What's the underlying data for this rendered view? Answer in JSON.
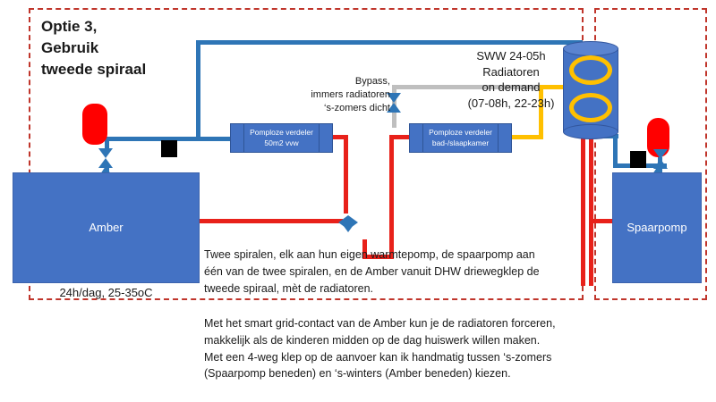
{
  "diagram": {
    "title": "Optie 3,\nGebruik\ntweede spiraal",
    "zones": {
      "left_label": "hoofdzone-amber",
      "right_label": "zone-spaarpomp"
    },
    "units": {
      "amber": "Amber",
      "amber_caption": "24h/dag, 25-35oC",
      "spaarpomp": "Spaarpomp"
    },
    "manifolds": [
      {
        "name": "manifold-vloerverwarming",
        "text": "Pomploze verdeler\n50m2 vvw"
      },
      {
        "name": "manifold-radiatoren",
        "text": "Pomploze verdeler\nbad-/slaapkamer"
      }
    ],
    "annotations": {
      "bypass": "Bypass,\nimmers radiatoren\n‘s-zomers dicht",
      "sww": "SWW 24-05h\nRadiatoren\non demand\n(07-08h, 22-23h)"
    },
    "notes": {
      "note_1": "Twee spiralen, elk aan hun eigen warmtepomp, de spaarpomp aan\néén van de twee spiralen, en de Amber vanuit DHW driewegklep de\ntweede spiraal, mèt de radiatoren.",
      "note_2": "Met het smart grid-contact van de Amber kun je de radiatoren forceren,\nmakkelijk als de kinderen midden op de dag huiswerk willen maken.\nMet een 4-weg klep op de aanvoer kan ik handmatig tussen ‘s-zomers\n(Spaarpomp beneden) en ‘s-winters (Amber beneden) kiezen."
    },
    "colors": {
      "boundary": "#C0352B",
      "unit_fill": "#4472C4",
      "supply_blue": "#2E75B6",
      "return_red": "#E8211A",
      "bypass_gray": "#BFBFBF",
      "coil_yellow": "#FFC000",
      "vessel_red": "#FF0000",
      "pump_black": "#000000"
    }
  }
}
